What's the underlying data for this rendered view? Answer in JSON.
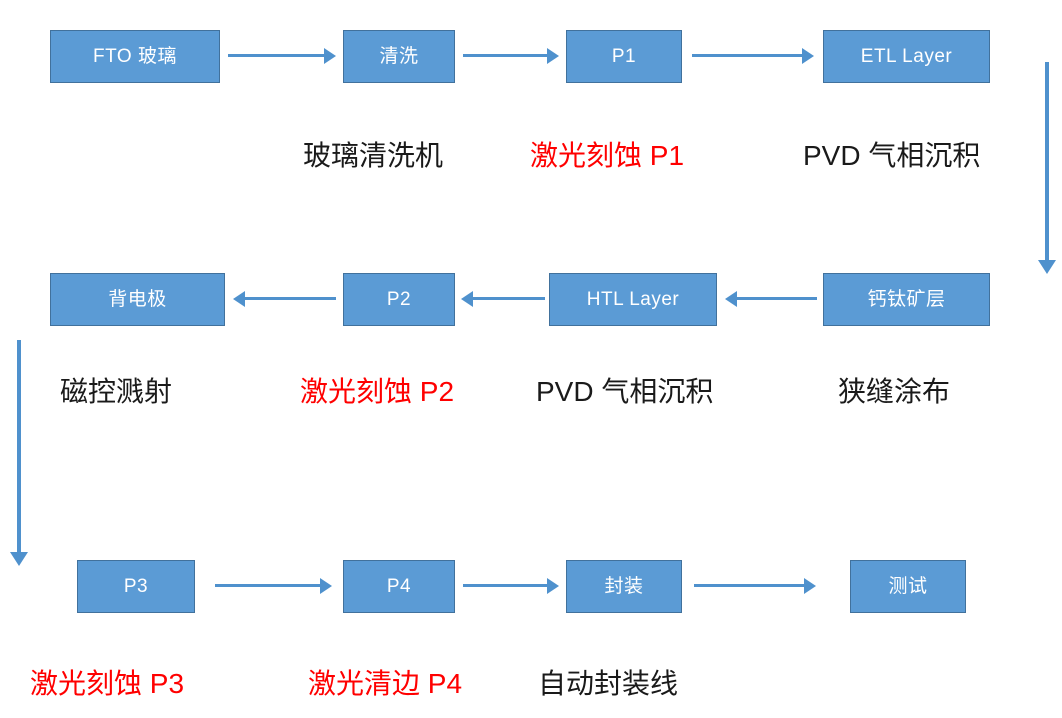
{
  "diagram": {
    "title": "Perovskite solar module fabrication process flow",
    "colors": {
      "node_fill": "#5B9BD5",
      "node_border": "#41719C",
      "node_text": "#FFFFFF",
      "arrow": "#4F91CD",
      "caption_black": "#1a1a1a",
      "caption_red": "#FF0000",
      "background": "#FFFFFF"
    },
    "rows": [
      {
        "id": "row-1",
        "direction": "left-to-right",
        "nodes": [
          {
            "id": "fto-glass",
            "label": "FTO 玻璃"
          },
          {
            "id": "clean",
            "label": "清洗"
          },
          {
            "id": "p1",
            "label": "P1"
          },
          {
            "id": "etl-layer",
            "label": "ETL Layer"
          }
        ],
        "captions": [
          {
            "id": "caption-glass-cleaner",
            "text": "玻璃清洗机",
            "color": "black"
          },
          {
            "id": "caption-laser-etch-p1",
            "text": "激光刻蚀 P1",
            "color": "red"
          },
          {
            "id": "caption-pvd-1",
            "text": "PVD 气相沉积",
            "color": "black"
          }
        ]
      },
      {
        "id": "row-2",
        "direction": "right-to-left",
        "nodes": [
          {
            "id": "back-electrode",
            "label": "背电极"
          },
          {
            "id": "p2",
            "label": "P2"
          },
          {
            "id": "htl-layer",
            "label": "HTL Layer"
          },
          {
            "id": "perovskite",
            "label": "钙钛矿层"
          }
        ],
        "captions": [
          {
            "id": "caption-magnetron-sputter",
            "text": "磁控溅射",
            "color": "black"
          },
          {
            "id": "caption-laser-etch-p2",
            "text": "激光刻蚀 P2",
            "color": "red"
          },
          {
            "id": "caption-pvd-2",
            "text": "PVD 气相沉积",
            "color": "black"
          },
          {
            "id": "caption-slot-die",
            "text": "狭缝涂布",
            "color": "black"
          }
        ]
      },
      {
        "id": "row-3",
        "direction": "left-to-right",
        "nodes": [
          {
            "id": "p3",
            "label": "P3"
          },
          {
            "id": "p4",
            "label": "P4"
          },
          {
            "id": "encapsulate",
            "label": "封装"
          },
          {
            "id": "test",
            "label": "测试"
          }
        ],
        "captions": [
          {
            "id": "caption-laser-etch-p3",
            "text": "激光刻蚀 P3",
            "color": "red"
          },
          {
            "id": "caption-laser-cleanedge-p4",
            "text": "激光清边 P4",
            "color": "red"
          },
          {
            "id": "caption-auto-pack-line",
            "text": "自动封装线",
            "color": "black"
          }
        ]
      }
    ],
    "connectors": {
      "right_down": "arrow-down-right-edge",
      "left_down": "arrow-down-left-edge"
    }
  }
}
